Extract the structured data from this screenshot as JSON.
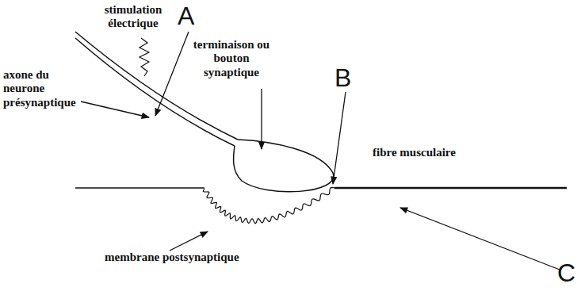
{
  "diagram": {
    "labels": [
      "stimulation électrique",
      "A",
      "terminaison ou bouton synaptique",
      "B",
      "axone du neurone présynaptique",
      "fibre musculaire",
      "membrane postsynaptique",
      "C"
    ]
  }
}
